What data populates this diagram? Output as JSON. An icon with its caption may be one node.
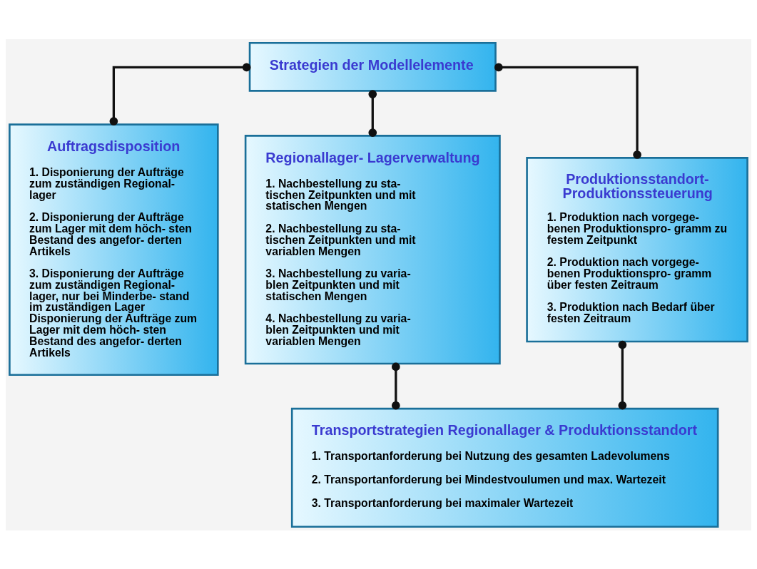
{
  "diagram": {
    "nodes": [
      {
        "text": [
          "Strategien der Modellelemente"
        ]
      },
      {
        "text": [
          "Auftragsdisposition",
          "1. Disponierung der Aufträge zum zuständigen Regional- lager",
          "2. Disponierung der Aufträge zum Lager mit dem höch- sten Bestand des angefor- derten Artikels",
          "3. Disponierung der Aufträge zum zuständigen Regional- lager, nur bei Minderbe- stand im zuständigen Lager Disponierung der Aufträge zum Lager mit dem höch- sten Bestand des angefor- derten Artikels"
        ]
      },
      {
        "text": [
          "Regionallager- Lagerverwaltung",
          "1. Nachbestellung zu sta- tischen Zeitpunkten und mit statischen Mengen",
          "2. Nachbestellung zu sta- tischen Zeitpunkten und mit variablen Mengen",
          "3. Nachbestellung zu varia- blen Zeitpunkten und mit statischen Mengen",
          "4. Nachbestellung zu varia- blen Zeitpunkten und mit variablen Mengen"
        ]
      },
      {
        "text": [
          "Produktionsstandort- Produktionssteuerung",
          "1. Produktion nach vorgege- benen Produktionspro- gramm zu festem Zeitpunkt",
          "2. Produktion nach vorgege- benen Produktionspro- gramm über festen Zeitraum",
          "3. Produktion nach Bedarf über festen Zeitraum"
        ]
      },
      {
        "text": [
          "Transportstrategien Regionallager & Produktionsstandort",
          "1. Transportanforderung bei Nutzung des gesamten Ladevolumens",
          "2. Transportanforderung bei Mindestvoulumen und max. Wartezeit",
          "3. Transportanforderung bei maximaler Wartezeit"
        ]
      }
    ],
    "edges": [
      {
        "from": 0,
        "to": 1,
        "arrow": "other"
      },
      {
        "from": 0,
        "to": 2,
        "arrow": "other"
      },
      {
        "from": 0,
        "to": 3,
        "arrow": "other"
      },
      {
        "from": 2,
        "to": 4,
        "arrow": "other"
      },
      {
        "from": 3,
        "to": 4,
        "arrow": "other"
      }
    ]
  }
}
